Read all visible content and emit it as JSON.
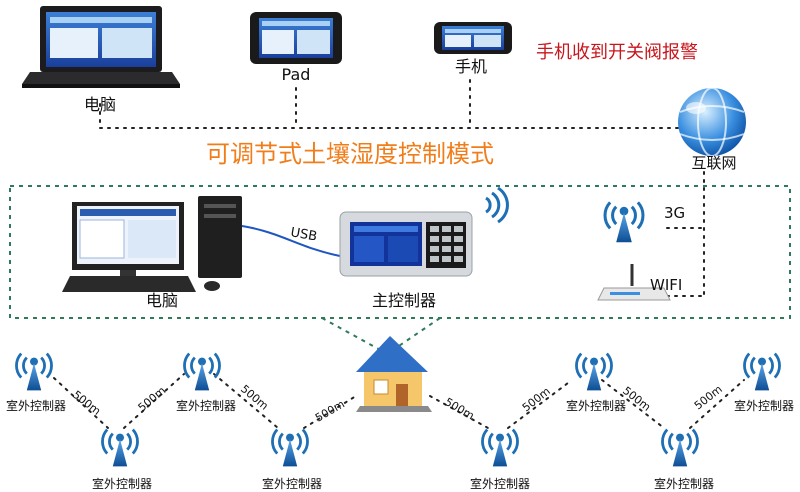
{
  "devices": {
    "laptop": "电脑",
    "pad": "Pad",
    "phone": "手机",
    "alert": "手机收到开关阀报警",
    "internet": "互联网"
  },
  "title": "可调节式土壤湿度控制模式",
  "control": {
    "usb": "USB",
    "pc": "电脑",
    "controller": "主控制器",
    "g3": "3G",
    "wifi": "WIFI"
  },
  "field": {
    "outdoor_label": "室外控制器",
    "distance_label": "500m",
    "controllers": [
      "室外控制器",
      "室外控制器",
      "室外控制器",
      "室外控制器",
      "室外控制器",
      "室外控制器",
      "室外控制器",
      "室外控制器"
    ],
    "links": [
      "500m",
      "500m",
      "500m",
      "500m",
      "500m",
      "500m",
      "500m",
      "500m"
    ]
  },
  "colors": {
    "title": "#f07d1a",
    "alert": "#c8161d",
    "frame": "#2f7a5a",
    "antenna": "#1f6fb5",
    "screen": "#1a3f9c"
  }
}
